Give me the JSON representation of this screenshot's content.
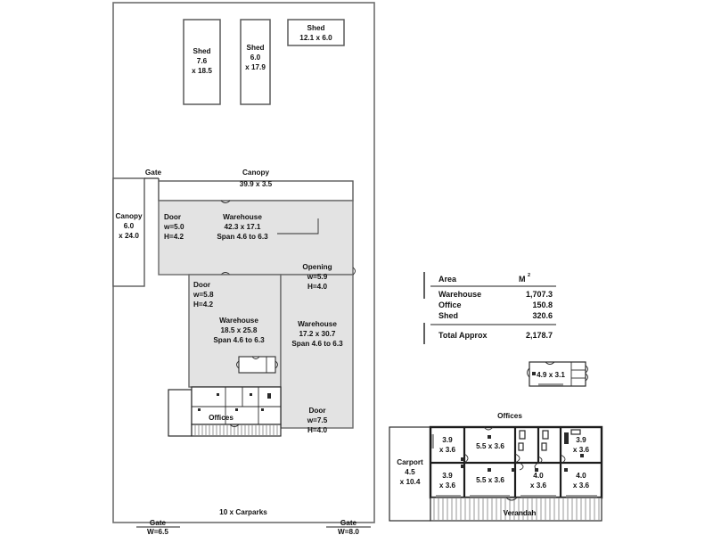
{
  "document": {
    "title": "Industrial Property Floor Plan",
    "type": "site-plan"
  },
  "site": {
    "carparks_label": "10 x Carparks",
    "gates": [
      {
        "name": "Gate",
        "width_label": "W=6.5"
      },
      {
        "name": "Gate",
        "width_label": "W=8.0"
      }
    ],
    "side_gate_label": "Gate"
  },
  "sheds": [
    {
      "name": "Shed",
      "line1": "7.6",
      "line2": "x 18.5"
    },
    {
      "name": "Shed",
      "line1": "6.0",
      "line2": "x 17.9"
    },
    {
      "name": "Shed",
      "line1": "12.1 x 6.0",
      "line2": ""
    }
  ],
  "canopies": [
    {
      "name": "Canopy",
      "line1": "6.0",
      "line2": "x 24.0"
    },
    {
      "name": "Canopy",
      "line1": "39.9 x 3.5",
      "line2": ""
    }
  ],
  "warehouses": [
    {
      "name": "Warehouse",
      "dims": "42.3 x 17.1",
      "span": "Span 4.6 to 6.3"
    },
    {
      "name": "Warehouse",
      "dims": "18.5 x 25.8",
      "span": "Span 4.6 to 6.3"
    },
    {
      "name": "Warehouse",
      "dims": "17.2 x 30.7",
      "span": "Span 4.6 to 6.3"
    }
  ],
  "doors": [
    {
      "name": "Door",
      "width": "w=5.0",
      "height": "H=4.2"
    },
    {
      "name": "Door",
      "width": "w=5.8",
      "height": "H=4.2"
    },
    {
      "name": "Door",
      "width": "w=7.5",
      "height": "H=4.0"
    }
  ],
  "openings": [
    {
      "name": "Opening",
      "width": "w=5.9",
      "height": "H=4.0"
    }
  ],
  "offices_label": "Offices",
  "area_table": {
    "header_label": "Area",
    "header_unit": "M",
    "header_unit_sup": "2",
    "rows": [
      {
        "label": "Warehouse",
        "value": "1,707.3"
      },
      {
        "label": "Office",
        "value": "150.8"
      },
      {
        "label": "Shed",
        "value": "320.6"
      }
    ],
    "total": {
      "label": "Total Approx",
      "value": "2,178.7"
    }
  },
  "small_room": {
    "dims": "4.9 x 3.1"
  },
  "office_detail": {
    "title": "Offices",
    "carport": {
      "name": "Carport",
      "line1": "4.5",
      "line2": "x 10.4"
    },
    "verandah_label": "Verandah",
    "rooms_top": [
      {
        "line1": "3.9",
        "line2": "x 3.6"
      },
      {
        "line1": "5.5 x 3.6",
        "line2": ""
      },
      {
        "line1": "3.9",
        "line2": "x 3.6"
      }
    ],
    "rooms_bottom": [
      {
        "line1": "3.9",
        "line2": "x 3.6"
      },
      {
        "line1": "5.5 x 3.6",
        "line2": ""
      },
      {
        "line1": "4.0",
        "line2": "x 3.6"
      },
      {
        "line1": "4.0",
        "line2": "x 3.6"
      }
    ]
  },
  "colors": {
    "warehouse_fill": "#e3e3e3",
    "boundary_stroke": "#6e6e6e",
    "office_wall": "#1c1c1c",
    "background": "#ffffff"
  }
}
